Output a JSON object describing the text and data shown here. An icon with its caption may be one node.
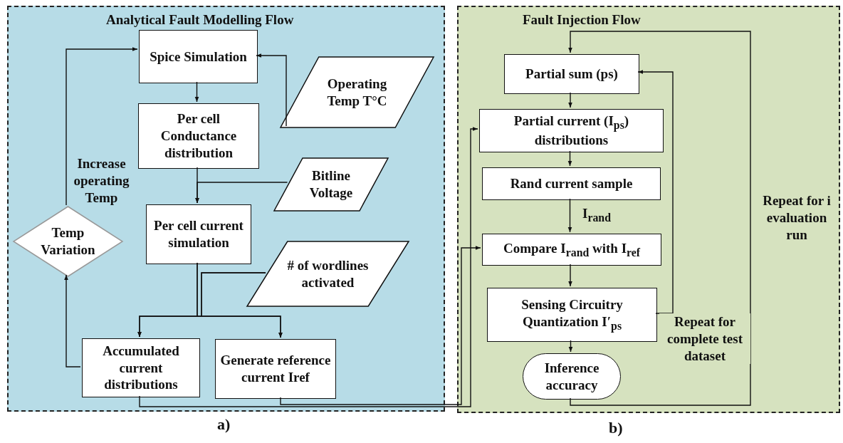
{
  "diagram": {
    "nodes": [
      {
        "text": [
          "Analytical Fault Modelling Flow"
        ]
      },
      {
        "text": [
          "Spice Simulation"
        ],
        "in": 0
      },
      {
        "text": [
          "Operating Temp T°C"
        ],
        "in": 0
      },
      {
        "text": [
          "Per cell Conductance distribution"
        ],
        "in": 0
      },
      {
        "text": [
          "Bitline Voltage"
        ],
        "in": 0
      },
      {
        "text": [
          "Per cell current simulation"
        ],
        "in": 0
      },
      {
        "text": [
          "# of wordlines activated"
        ],
        "in": 0
      },
      {
        "text": [
          "Temp Variation"
        ],
        "in": 0
      },
      {
        "text": [
          "Accumulated current distributions"
        ],
        "in": 0
      },
      {
        "text": [
          "Generate reference current Iref"
        ],
        "in": 0
      },
      {
        "text": [
          "Fault Injection Flow"
        ]
      },
      {
        "text": [
          "Partial sum (ps)"
        ],
        "in": 10
      },
      {
        "text": [
          "Partial current (I$_{ps}$) distributions"
        ],
        "in": 10
      },
      {
        "text": [
          "Rand current sample"
        ],
        "in": 10
      },
      {
        "text": [
          "Compare I$_{rand}$ with I$_{ref}$"
        ],
        "in": 10
      },
      {
        "text": [
          "Sensing Circuitry Quantization I′$_{ps}$"
        ],
        "in": 10
      },
      {
        "text": [
          "Inference accuracy"
        ],
        "in": 10
      }
    ],
    "edges": [
      {
        "from": 2,
        "to": 1,
        "arrow": "to"
      },
      {
        "from": 1,
        "to": 3,
        "arrow": "to"
      },
      {
        "from": 3,
        "to": 5,
        "arrow": "to"
      },
      {
        "from": 4,
        "to": 5,
        "arrow": "to"
      },
      {
        "from": 5,
        "to": 8,
        "arrow": "to"
      },
      {
        "from": 5,
        "to": 9,
        "arrow": "to"
      },
      {
        "from": 6,
        "to": 8,
        "arrow": "to"
      },
      {
        "from": 6,
        "to": 9,
        "arrow": "to"
      },
      {
        "from": 8,
        "to": 7,
        "arrow": "to"
      },
      {
        "from": 7,
        "to": 1,
        "arrow": "to",
        "label": "Increase operating Temp"
      },
      {
        "from": 8,
        "to": 12,
        "arrow": "to"
      },
      {
        "from": 9,
        "to": 14,
        "arrow": "to"
      },
      {
        "from": 11,
        "to": 12,
        "arrow": "to"
      },
      {
        "from": 12,
        "to": 13,
        "arrow": "to"
      },
      {
        "from": 13,
        "to": 14,
        "arrow": "to",
        "label": "I$_{rand}$"
      },
      {
        "from": 14,
        "to": 15,
        "arrow": "to"
      },
      {
        "from": 15,
        "to": 16,
        "arrow": "to"
      },
      {
        "from": 15,
        "to": 11,
        "arrow": "to",
        "label": "Repeat for complete test dataset"
      },
      {
        "from": 16,
        "to": 11,
        "arrow": "to",
        "label": "Repeat for i evaluation run"
      }
    ],
    "labels": [
      "a)",
      "b)"
    ]
  }
}
